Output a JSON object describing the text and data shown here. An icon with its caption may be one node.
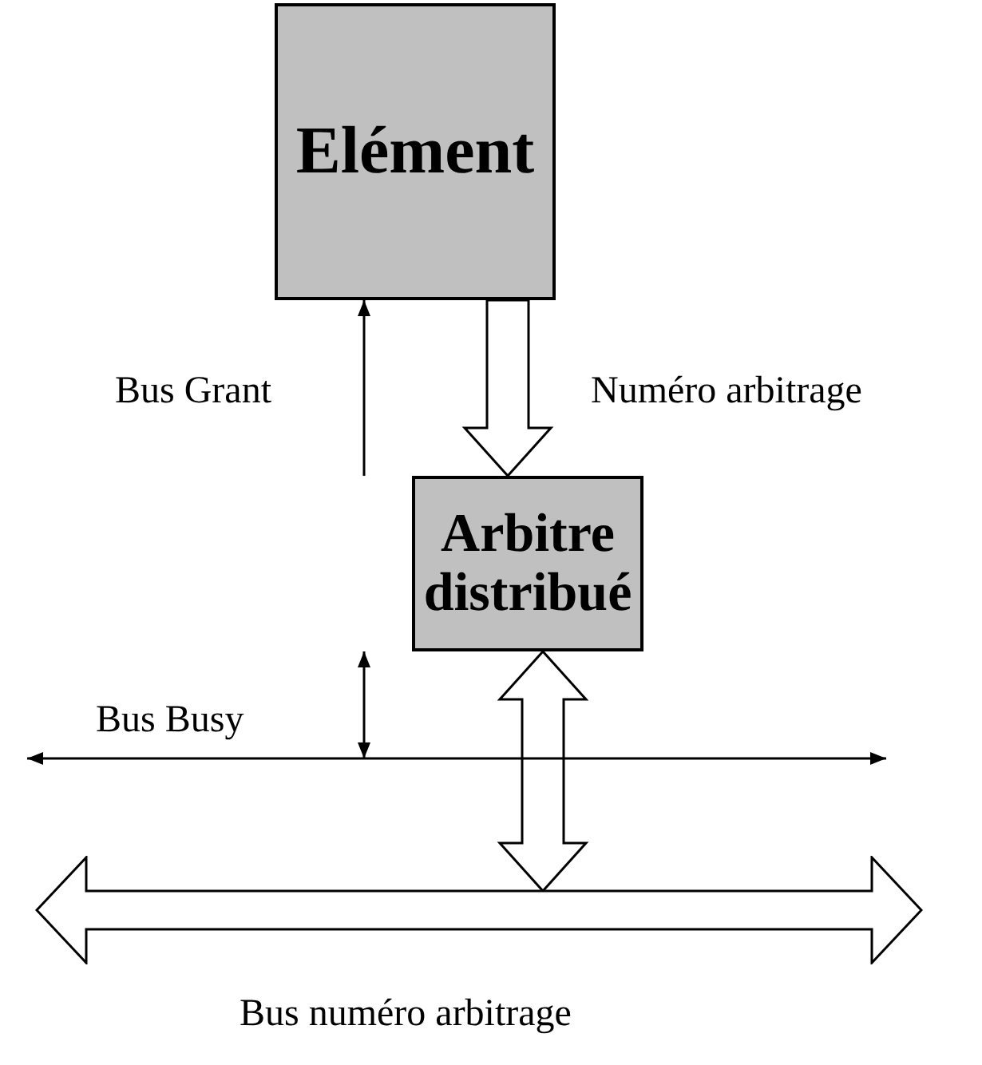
{
  "diagram": {
    "nodes": [
      {
        "text": [
          "Elément"
        ]
      },
      {
        "text": [
          "Arbitre distribué"
        ]
      },
      {
        "text": [],
        "shape": "bar",
        "beside": [
          "Bus Busy"
        ]
      },
      {
        "text": [],
        "shape": "bar",
        "beside": [
          "Bus numéro arbitrage"
        ]
      }
    ],
    "edges": [
      {
        "from": 1,
        "to": 0,
        "arrow": "to",
        "label": "Bus Grant"
      },
      {
        "from": 0,
        "to": 1,
        "arrow": "to",
        "label": "Numéro arbitrage",
        "style": "thick"
      },
      {
        "from": 1,
        "to": 2,
        "arrow": "both"
      },
      {
        "from": 1,
        "to": 3,
        "arrow": "both",
        "style": "thick"
      }
    ]
  }
}
